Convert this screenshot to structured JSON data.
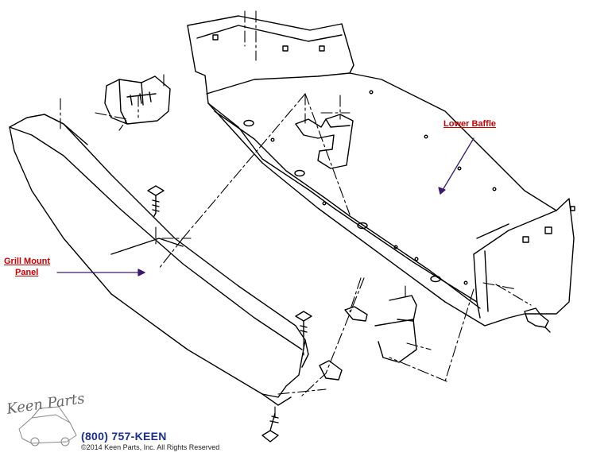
{
  "callouts": {
    "lower_baffle": "Lower Baffle",
    "grill_mount_line1": "Grill Mount",
    "grill_mount_line2": "Panel"
  },
  "footer": {
    "phone": "(800) 757-KEEN",
    "copyright": "©2014 Keen Parts, Inc. All Rights Reserved"
  },
  "logo": {
    "text": "Keen Parts"
  },
  "colors": {
    "callout": "#cc0000",
    "arrow": "#3b1a6e",
    "phone": "#1a2f8f",
    "line": "#000000"
  }
}
